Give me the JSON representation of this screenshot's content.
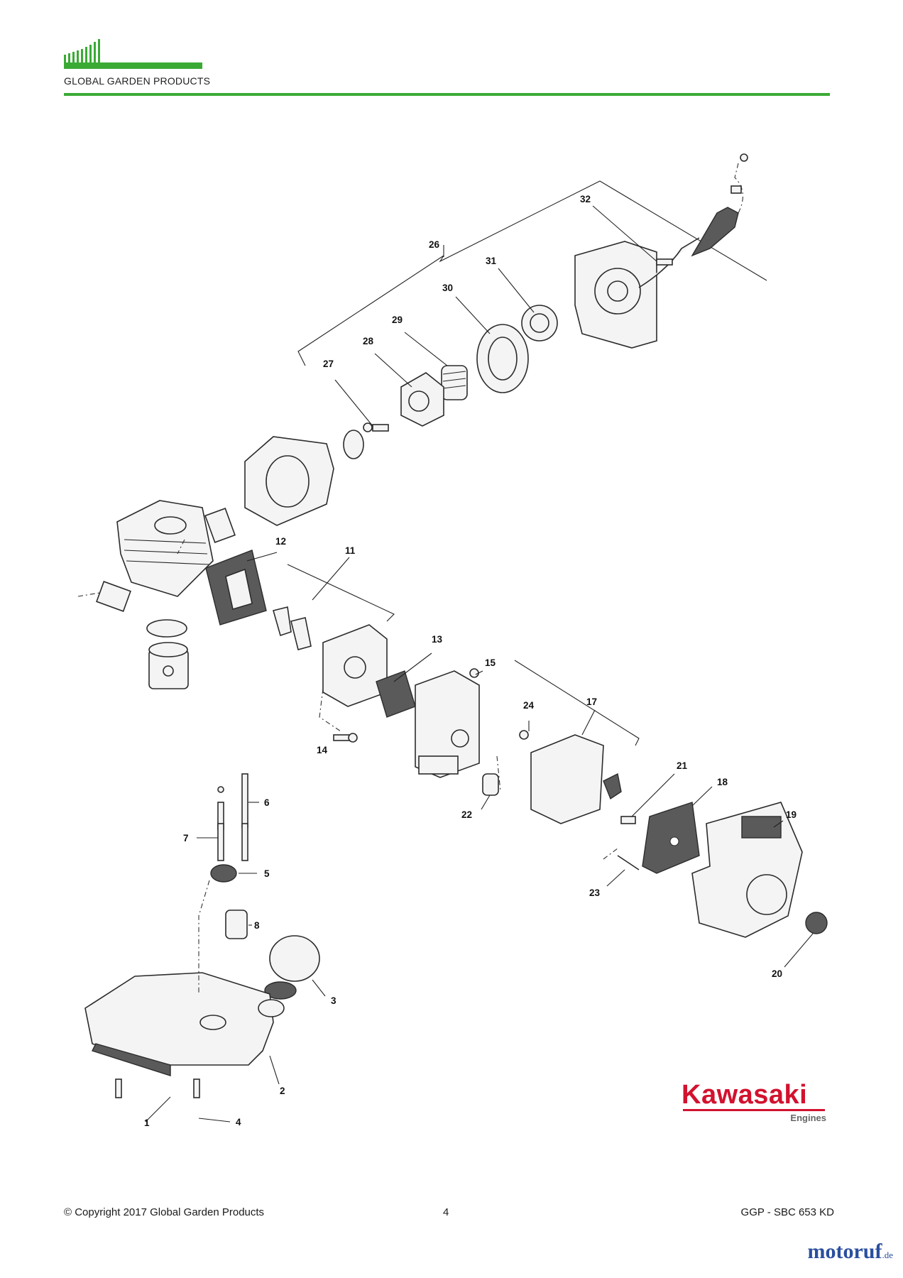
{
  "header": {
    "brand_name": "GLOBAL GARDEN PRODUCTS",
    "accent_color": "#3aaa35"
  },
  "diagram": {
    "callouts": [
      "1",
      "2",
      "3",
      "4",
      "5",
      "6",
      "7",
      "8",
      "11",
      "12",
      "13",
      "14",
      "15",
      "17",
      "18",
      "19",
      "20",
      "21",
      "22",
      "23",
      "24",
      "26",
      "27",
      "28",
      "29",
      "30",
      "31",
      "32"
    ]
  },
  "logo": {
    "name": "Kawasaki",
    "subtitle": "Engines",
    "color": "#d2122e"
  },
  "footer": {
    "copyright": "© Copyright 2017 Global Garden Products",
    "page_number": "4",
    "model": "GGP - SBC 653 KD"
  },
  "watermark": {
    "text": "motoruf",
    "suffix": ".de"
  }
}
